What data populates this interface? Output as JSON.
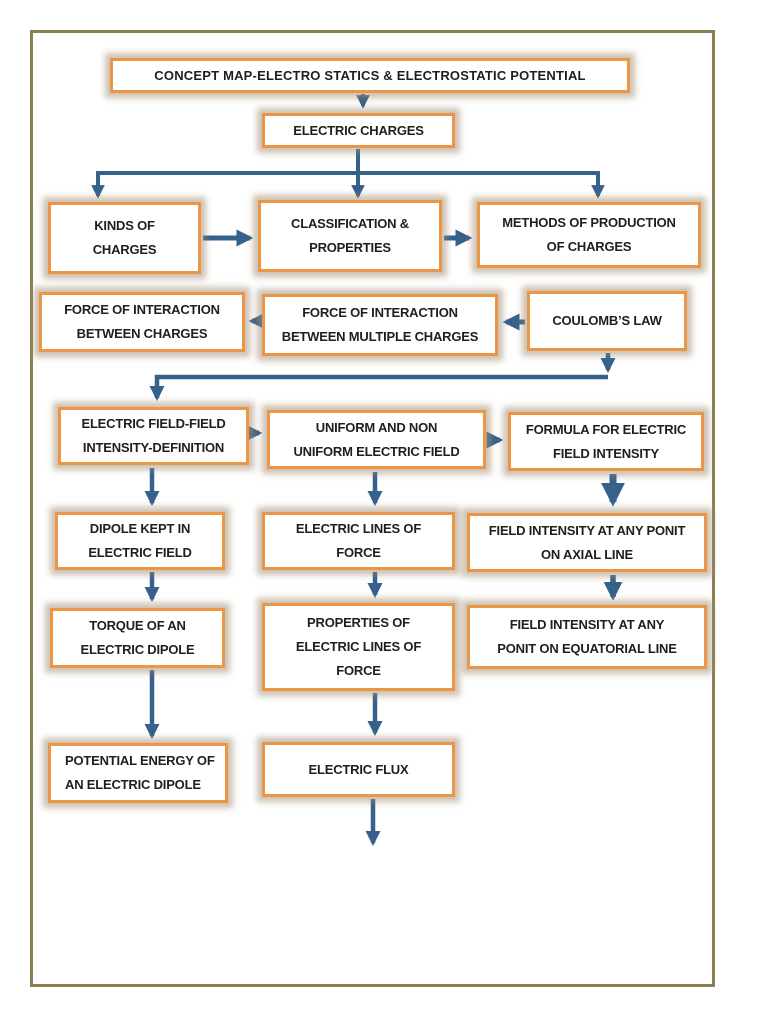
{
  "diagram": {
    "title": "CONCEPT MAP-ELECTRO STATICS & ELECTROSTATIC POTENTIAL",
    "colors": {
      "box_border": "#EB9646",
      "arrow": "#35618C",
      "frame_border": "#8B8150",
      "box_glow": "#A48E72",
      "text": "#1F1F1F",
      "background": "#FFFFFF"
    },
    "nodes": {
      "title": {
        "label": "CONCEPT MAP-ELECTRO STATICS & ELECTROSTATIC POTENTIAL"
      },
      "electric_charges": {
        "label": "ELECTRIC CHARGES"
      },
      "kinds_of_charges": {
        "label": [
          "KINDS OF",
          "CHARGES"
        ]
      },
      "classification_properties": {
        "label": [
          "CLASSIFICATION &",
          "PROPERTIES"
        ]
      },
      "methods_of_production": {
        "label": [
          "METHODS OF PRODUCTION",
          "OF CHARGES"
        ]
      },
      "force_between_charges": {
        "label": [
          "FORCE OF INTERACTION",
          "BETWEEN CHARGES"
        ]
      },
      "force_multiple_charges": {
        "label": [
          "FORCE OF INTERACTION",
          "BETWEEN MULTIPLE CHARGES"
        ]
      },
      "coulombs_law": {
        "label": "COULOMB’S LAW"
      },
      "electric_field_definition": {
        "label": [
          "ELECTRIC FIELD-FIELD",
          "INTENSITY-DEFINITION"
        ]
      },
      "uniform_nonuniform_field": {
        "label": [
          "UNIFORM AND NON",
          "UNIFORM ELECTRIC FIELD"
        ]
      },
      "formula_field_intensity": {
        "label": [
          "FORMULA FOR ELECTRIC",
          "FIELD INTENSITY"
        ]
      },
      "dipole_in_electric_field": {
        "label": [
          "DIPOLE KEPT IN",
          "ELECTRIC FIELD"
        ]
      },
      "electric_lines_of_force": {
        "label": [
          "ELECTRIC LINES OF",
          "FORCE"
        ]
      },
      "field_intensity_axial": {
        "label": [
          "FIELD INTENSITY AT ANY PONIT",
          "ON AXIAL LINE"
        ]
      },
      "torque_electric_dipole": {
        "label": [
          "TORQUE OF AN",
          "ELECTRIC DIPOLE"
        ]
      },
      "properties_lines_of_force": {
        "label": [
          "PROPERTIES OF",
          "ELECTRIC LINES OF",
          "FORCE"
        ]
      },
      "field_intensity_equatorial": {
        "label": [
          "FIELD INTENSITY AT ANY",
          "PONIT ON EQUATORIAL LINE"
        ]
      },
      "potential_energy_dipole": {
        "label": [
          "POTENTIAL ENERGY OF",
          "AN ELECTRIC DIPOLE"
        ]
      },
      "electric_flux": {
        "label": "ELECTRIC FLUX"
      }
    }
  }
}
